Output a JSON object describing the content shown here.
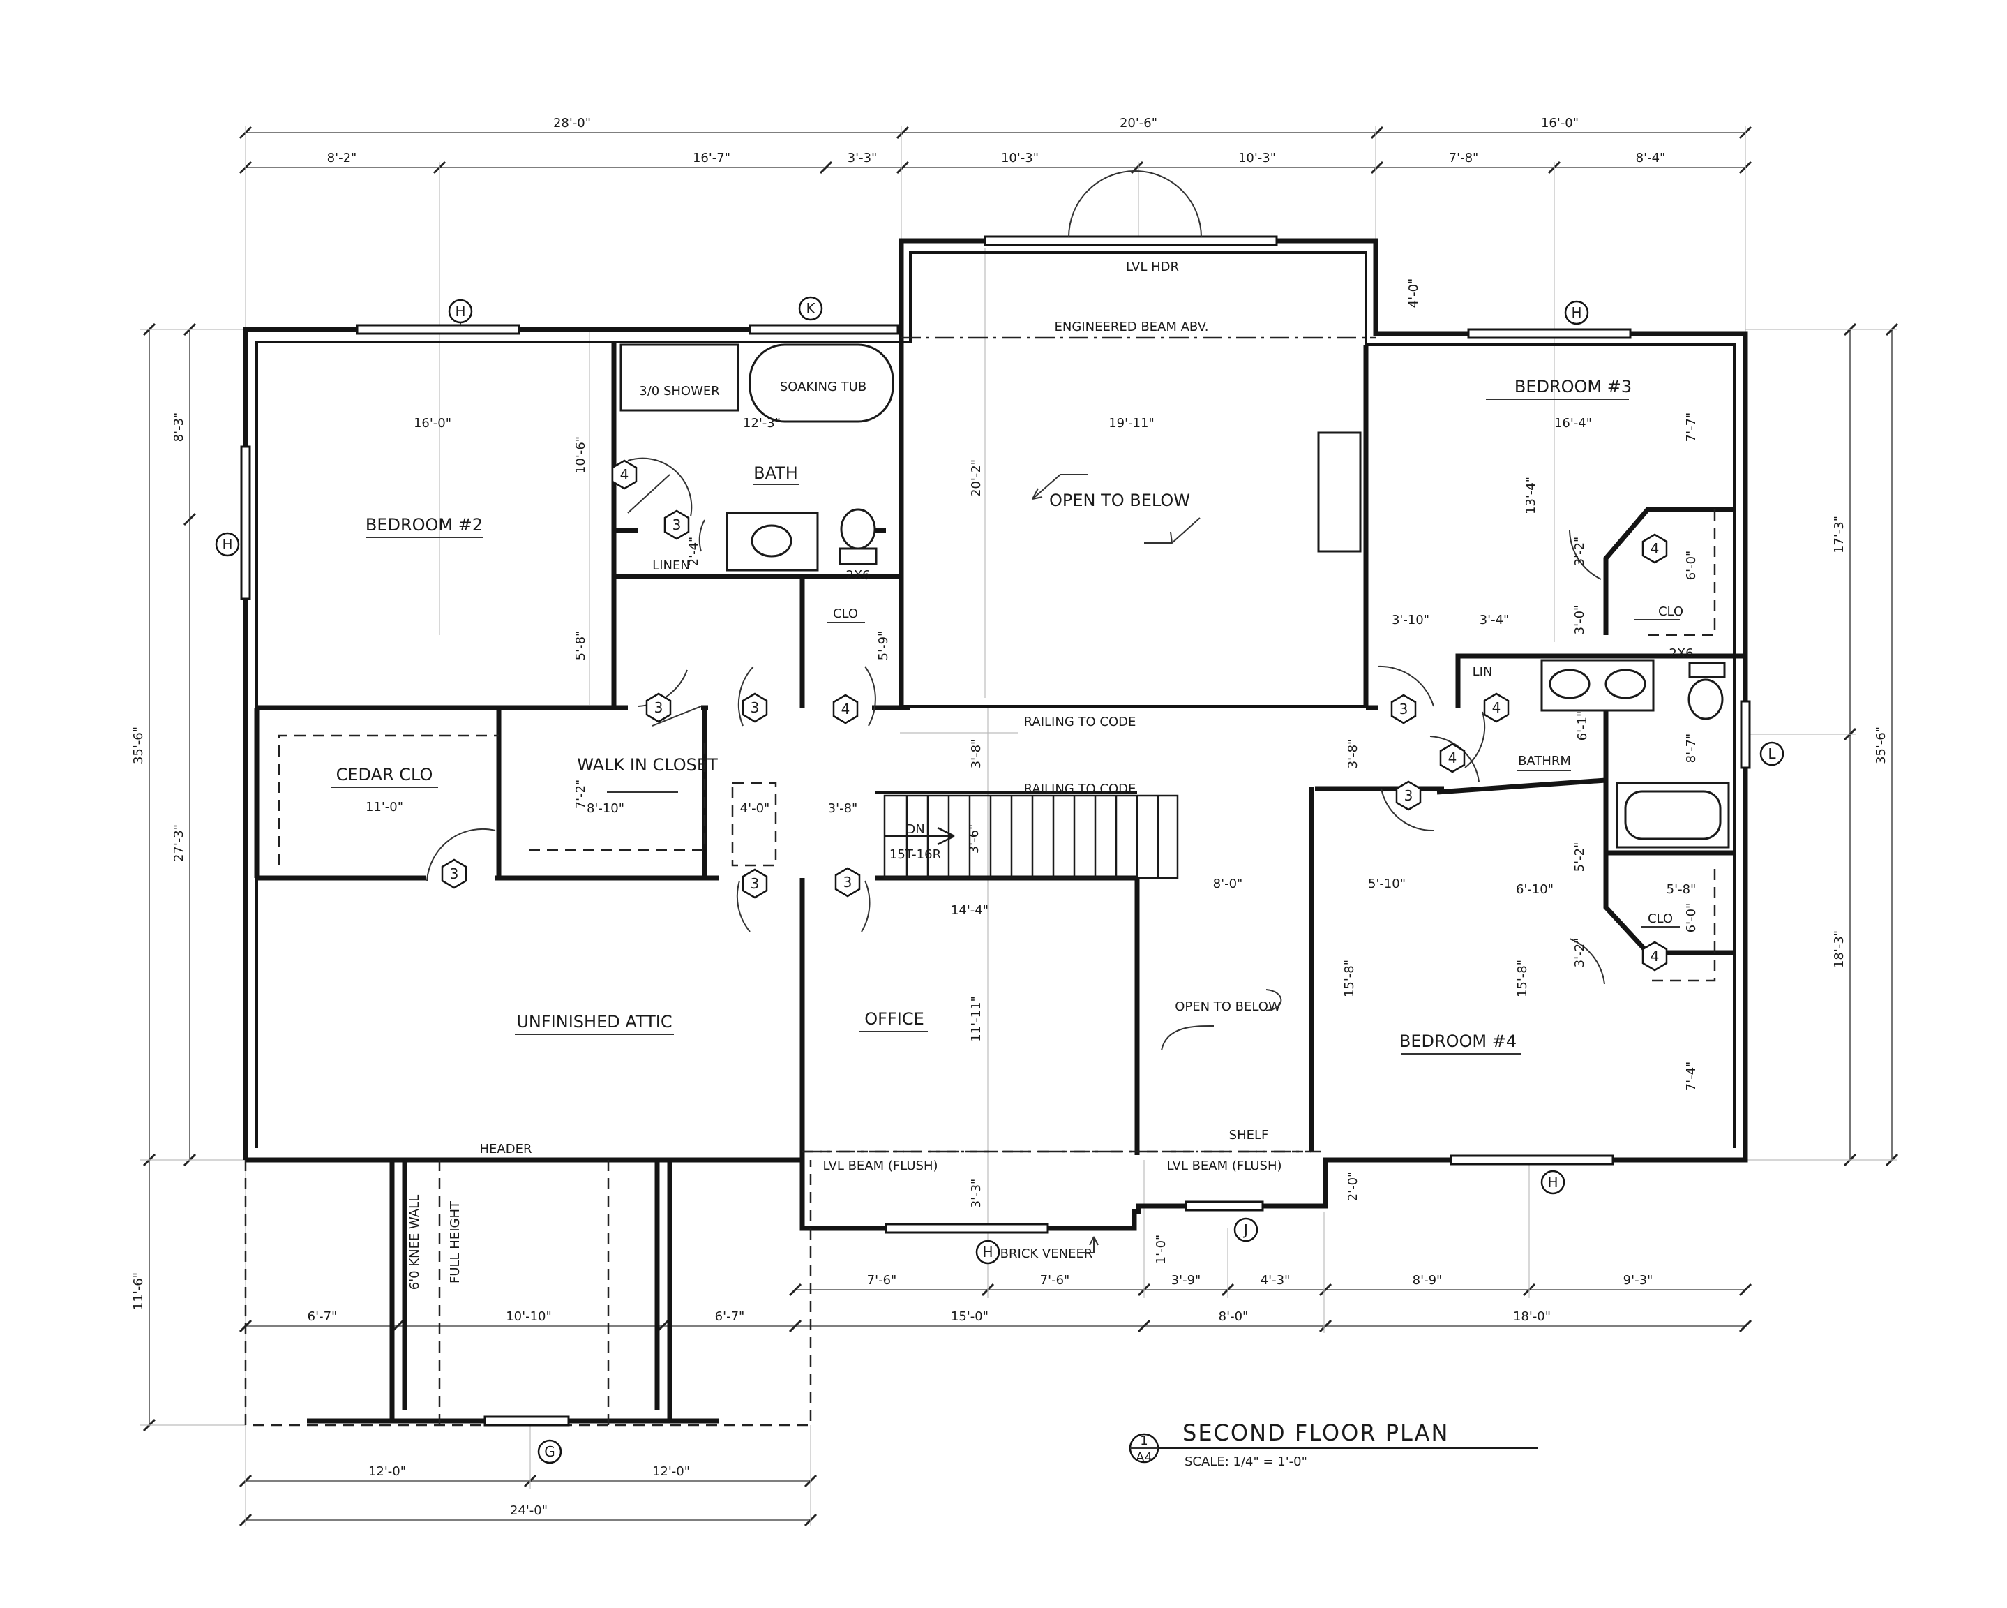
{
  "title": {
    "detail_number": "1",
    "sheet": "A4",
    "name": "SECOND FLOOR PLAN",
    "scale": "SCALE:  1/4\" = 1'-0\""
  },
  "rooms": {
    "bedroom2": "BEDROOM #2",
    "bath": "BATH",
    "shower": "3/0 SHOWER",
    "soaking_tub": "SOAKING TUB",
    "linen": "LINEN",
    "clo_center": "CLO",
    "open_below_main": "OPEN TO BELOW",
    "bedroom3": "BEDROOM #3",
    "clo_bed3": "CLO",
    "lin": "LIN",
    "bathrm": "BATHRM",
    "cedar_clo": "CEDAR CLO",
    "walk_in_closet": "WALK IN CLOSET",
    "unfinished_attic": "UNFINISHED ATTIC",
    "office": "OFFICE",
    "open_below_small": "OPEN TO BELOW",
    "shelf": "SHELF",
    "bedroom4": "BEDROOM #4",
    "clo_bed4": "CLO"
  },
  "notes": {
    "lvl_hdr": "LVL HDR",
    "engineered_beam": "ENGINEERED BEAM ABV.",
    "railing_upper": "RAILING TO CODE",
    "railing_lower": "RAILING TO CODE",
    "stair_dn": "DN",
    "stair_count": "15T-16R",
    "header": "HEADER",
    "knee_wall": "6'0 KNEE WALL",
    "full_height": "FULL HEIGHT",
    "lvl_beam_office": "LVL BEAM (FLUSH)",
    "lvl_beam_shelf": "LVL BEAM (FLUSH)",
    "brick_veneer": "BRICK VENEER",
    "wall_2x6_bath": "2X6",
    "wall_2x6_bathrm": "2X6"
  },
  "door_tags": [
    "4",
    "3",
    "3",
    "3",
    "4",
    "3",
    "4",
    "4",
    "4",
    "3",
    "3",
    "3",
    "3",
    "4"
  ],
  "window_tags": [
    "H",
    "K",
    "H",
    "H",
    "L",
    "H",
    "H",
    "J",
    "G"
  ],
  "dimensions": {
    "top_overall": [
      "28'-0\"",
      "20'-6\"",
      "16'-0\""
    ],
    "top_detail": [
      "8'-2\"",
      "16'-7\"",
      "3'-3\"",
      "10'-3\"",
      "10'-3\"",
      "7'-8\"",
      "8'-4\""
    ],
    "left_overall": [
      "8'-3\"",
      "35'-6\"",
      "27'-3\"",
      "11'-6\""
    ],
    "right_overall": [
      "17'-3\"",
      "35'-6\"",
      "18'-3\""
    ],
    "bottom_row1": [
      "7'-6\"",
      "7'-6\"",
      "3'-9\"",
      "4'-3\"",
      "8'-9\"",
      "9'-3\""
    ],
    "bottom_row2": [
      "6'-7\"",
      "10'-10\"",
      "6'-7\"",
      "15'-0\"",
      "8'-0\"",
      "18'-0\""
    ],
    "bottom_row3": [
      "12'-0\"",
      "12'-0\""
    ],
    "bottom_row4": [
      "24'-0\""
    ],
    "interior": [
      "16'-0\"",
      "10'-6\"",
      "12'-3\"",
      "2'-4\"",
      "5'-8\"",
      "19'-11\"",
      "20'-2\"",
      "4'-0\"",
      "16'-4\"",
      "7'-7\"",
      "13'-4\"",
      "3'-2\"",
      "3'-0\"",
      "6'-0\"",
      "3'-10\"",
      "3'-4\"",
      "6'-1\"",
      "8'-7\"",
      "5'-9\"",
      "3'-8\"",
      "3'-8\"",
      "11'-0\"",
      "7'-2\"",
      "8'-10\"",
      "4'-0\"",
      "3'-8\"",
      "3'-6\"",
      "8'-0\"",
      "5'-10\"",
      "6'-10\"",
      "5'-2\"",
      "5'-8\"",
      "6'-0\"",
      "3'-2\"",
      "14'-4\"",
      "11'-11\"",
      "15'-8\"",
      "15'-8\"",
      "7'-4\"",
      "3'-3\"",
      "2'-0\"",
      "1'-0\""
    ]
  }
}
